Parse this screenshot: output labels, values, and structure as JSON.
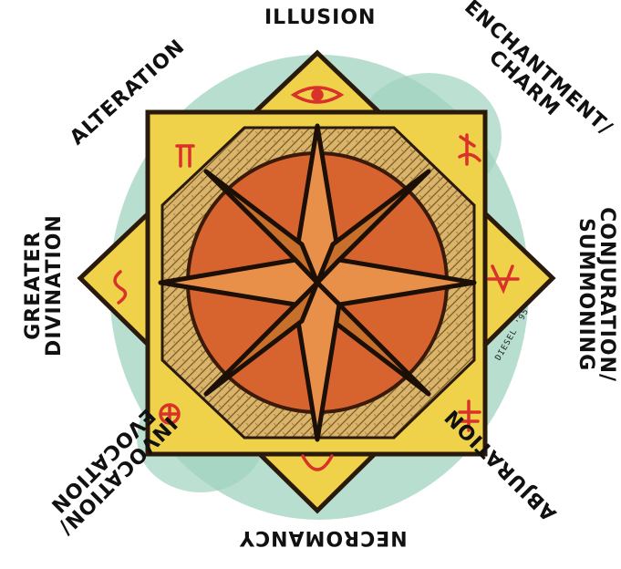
{
  "schools": {
    "illusion": "Illusion",
    "enchantment_1": "Enchantment/",
    "enchantment_2": "Charm",
    "conjuration_1": "Conjuration/",
    "conjuration_2": "Summoning",
    "abjuration": "Abjuration",
    "necromancy": "Necromancy",
    "invocation_1": "Invocation/",
    "invocation_2": "Evocation",
    "divination_1": "Greater",
    "divination_2": "Divination",
    "alteration": "Alteration"
  },
  "signature": "DIESEL '95",
  "colors": {
    "square_fill": "#f0d24a",
    "square_edge": "#2a1a0c",
    "weave": "#c9a25a",
    "disc": "#d7642f",
    "star": "#e58a3c",
    "rune": "#d8322a",
    "watercolor": "#9fd3bf"
  },
  "icons": [
    "eye-rune",
    "enchantment-rune",
    "conjuration-rune",
    "abjuration-rune",
    "necromancy-rune",
    "invocation-rune",
    "divination-rune",
    "alteration-rune"
  ]
}
